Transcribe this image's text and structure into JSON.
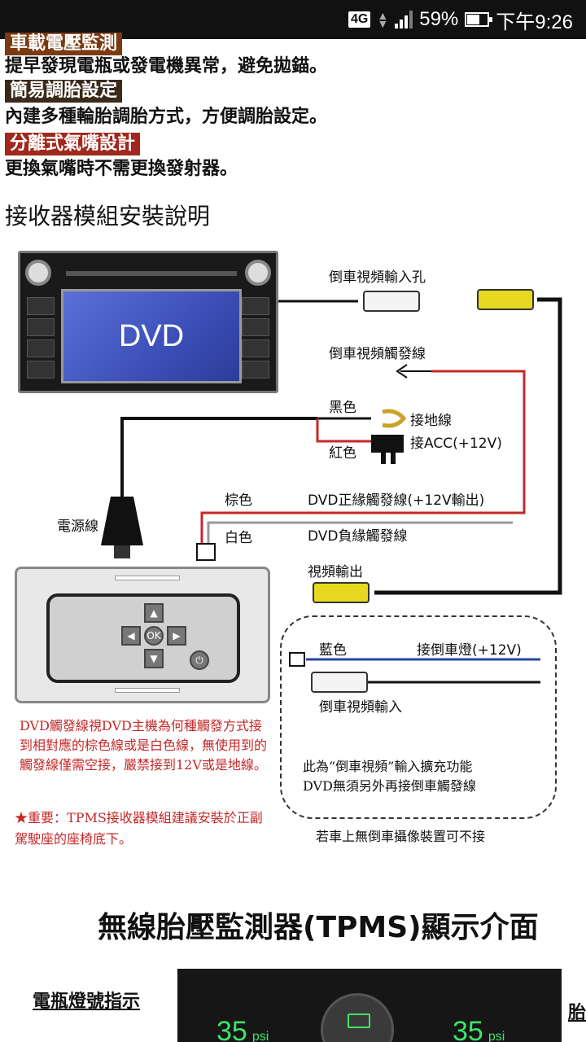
{
  "status_bar": {
    "network": "4G",
    "battery_percent": "59%",
    "time": "下午9:26"
  },
  "features": [
    {
      "heading": "車載電壓監測",
      "text": "提早發現電瓶或發電機異常，避免拋錨。",
      "heading_color": "#7a3a12"
    },
    {
      "heading": "簡易調胎設定",
      "text": "內建多種輪胎調胎方式，方便調胎設定。",
      "heading_color": "#3a2a1a"
    },
    {
      "heading": "分離式氣嘴設計",
      "text": "更換氣嘴時不需更換發射器。",
      "heading_color": "#a0281c"
    }
  ],
  "section_title": "接收器模組安裝說明",
  "diagram": {
    "dvd_label": "DVD",
    "reverse_video_input_port": "倒車視頻輸入孔",
    "reverse_trigger_wire": "倒車視頻觸發線",
    "black": "黑色",
    "ground_wire": "接地線",
    "red": "紅色",
    "acc_wire": "接ACC(+12V)",
    "brown": "棕色",
    "dvd_positive_trigger": "DVD正緣觸發線(+12V輸出)",
    "white": "白色",
    "dvd_negative_trigger": "DVD負緣觸發線",
    "power_cord": "電源線",
    "video_output": "視頻輸出",
    "blue": "藍色",
    "reverse_light": "接倒車燈(+12V)",
    "reverse_video_input": "倒車視頻輸入",
    "ext_note_line1": "此為“倒車視頻”輸入擴充功能",
    "ext_note_line2": "DVD無須另外再接倒車觸發線",
    "no_camera_note": "若車上無倒車攝像裝置可不接",
    "red_note": "DVD觸發線視DVD主機為何種觸發方式接到相對應的棕色線或是白色線，無使用到的觸發線僅需空接，嚴禁接到12V或是地線。",
    "important_prefix": "★重要：",
    "important_text": "TPMS接收器模組建議安裝於正副駕駛座的座椅底下。"
  },
  "display_title": "無線胎壓監測器(TPMS)顯示介面",
  "display_panel": {
    "battery_indicator_label": "電瓶燈號指示",
    "right_label_partial": "胎",
    "left_value": "35",
    "right_value": "35",
    "unit": "psi"
  }
}
